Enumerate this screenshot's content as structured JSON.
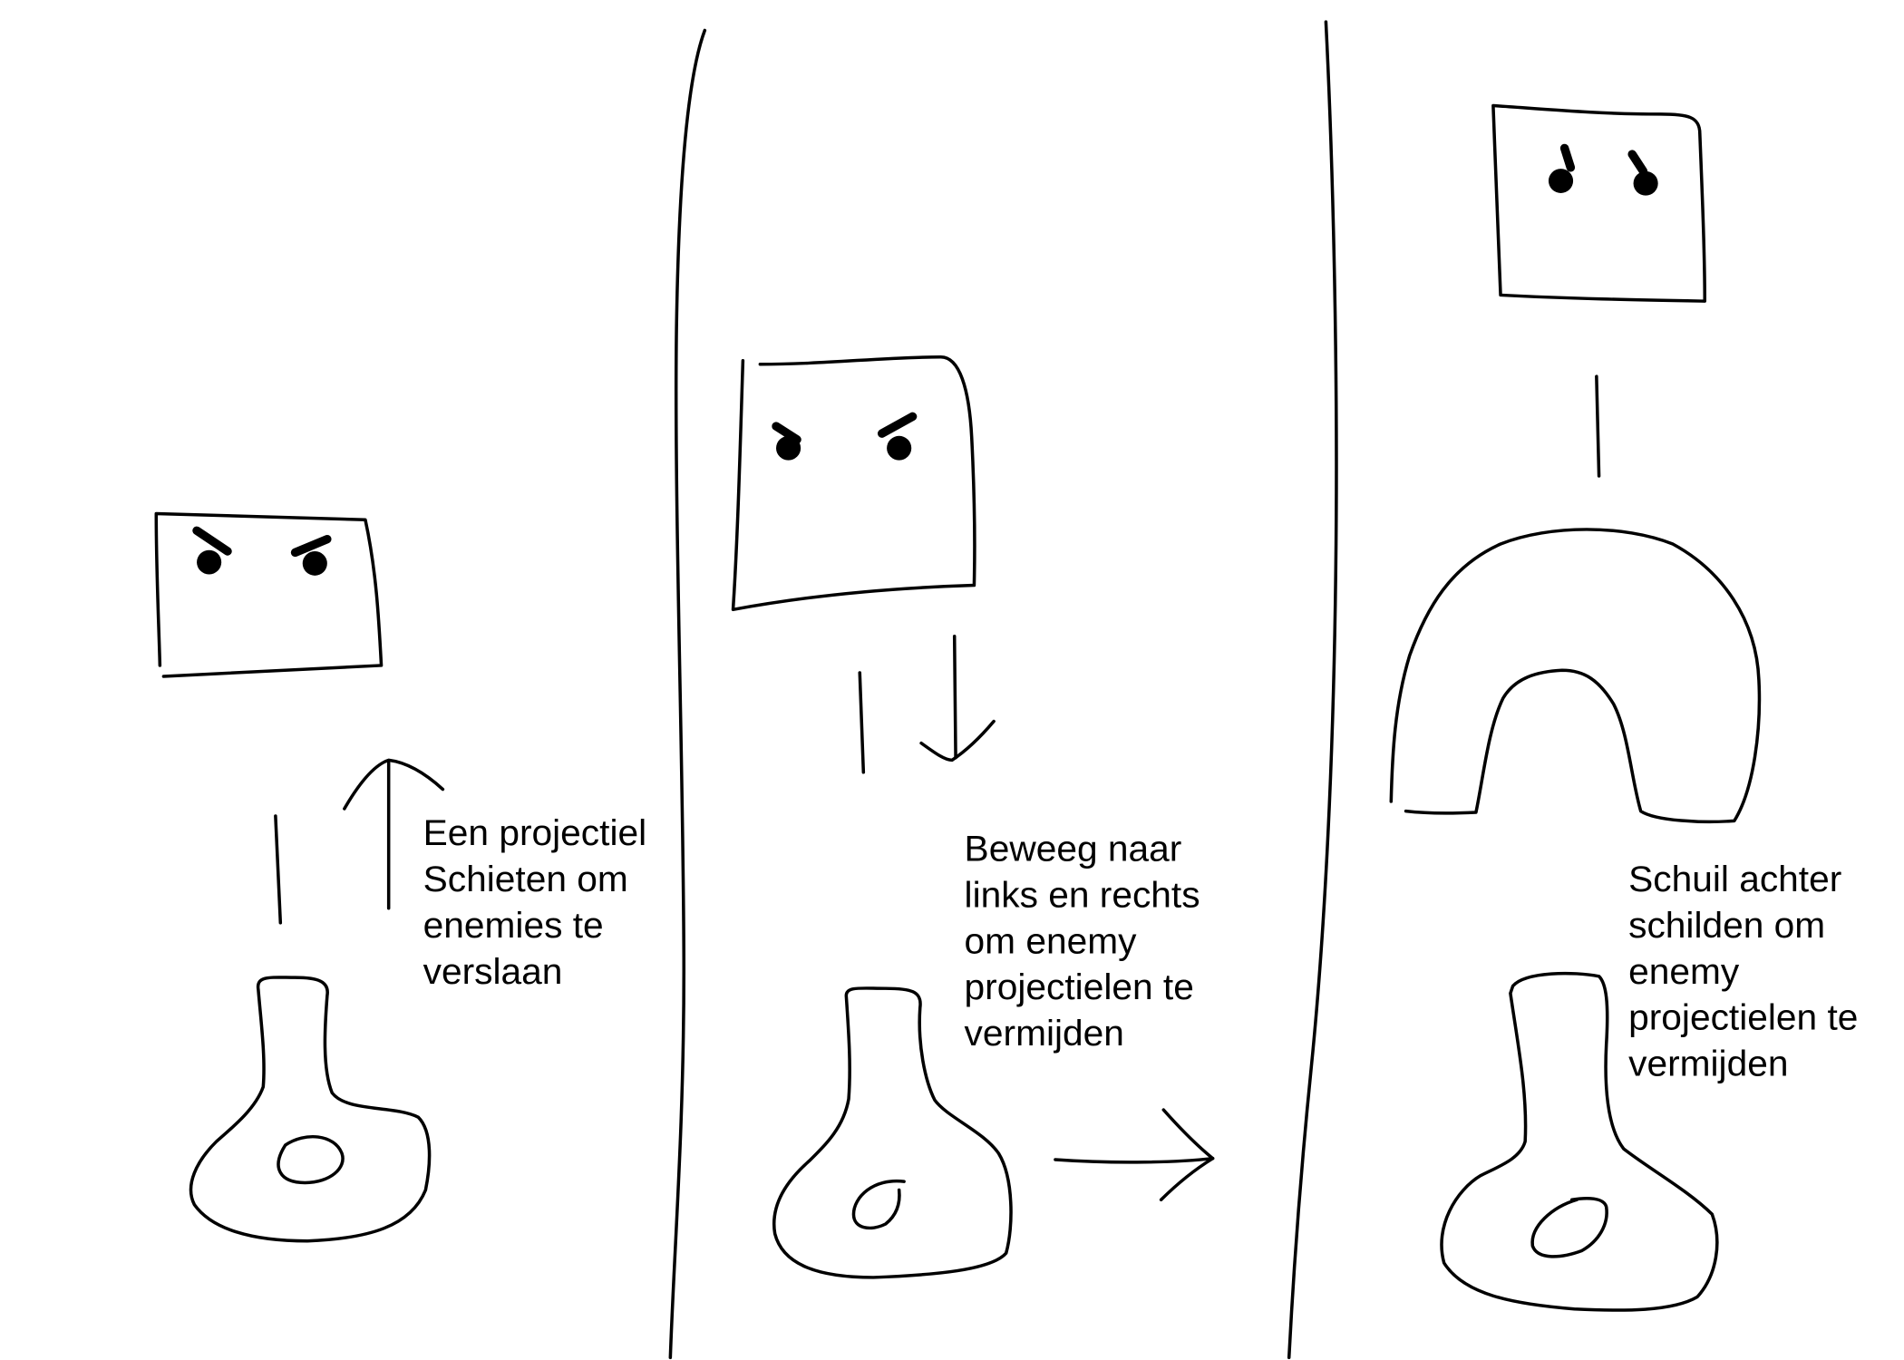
{
  "panels": [
    {
      "id": "shoot",
      "caption": [
        "Een projectiel",
        "Schieten om",
        "enemies te",
        "verslaan"
      ]
    },
    {
      "id": "dodge",
      "caption": [
        "Beweeg naar",
        "links en rechts",
        "om enemy",
        "projectielen te",
        "vermijden"
      ]
    },
    {
      "id": "shield",
      "caption": [
        "Schuil achter",
        "schilden om",
        "enemy",
        "projectielen te",
        "vermijden"
      ]
    }
  ],
  "icons": {
    "enemy": "square-enemy-angry-eyes",
    "player": "bottle-shaped-ship",
    "player_projectile": "vertical-line",
    "enemy_projectile": "vertical-line",
    "movement": "arrow",
    "shield": "arch-shield"
  },
  "colors": {
    "ink": "#000000",
    "paper": "#ffffff"
  }
}
